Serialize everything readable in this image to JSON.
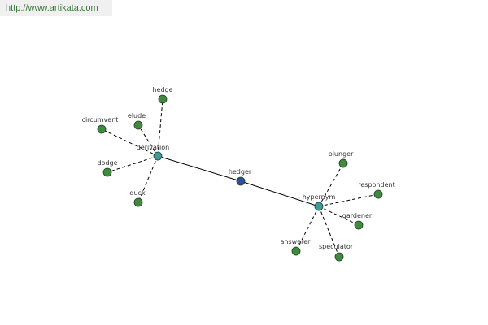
{
  "watermark": "http://www.artikata.com",
  "colors": {
    "center_node": "#2d4f9e",
    "hub_node": "#3f9a9a",
    "leaf_node": "#3f8a3f",
    "node_stroke": "#1f3f1f",
    "edge": "#000000"
  },
  "graph": {
    "nodes": [
      {
        "id": "hedger",
        "label": "hedger",
        "kind": "center"
      },
      {
        "id": "derivation",
        "label": "derivation",
        "kind": "hub"
      },
      {
        "id": "hypernym",
        "label": "hypernym",
        "kind": "hub"
      },
      {
        "id": "hedge",
        "label": "hedge",
        "kind": "leaf"
      },
      {
        "id": "elude",
        "label": "elude",
        "kind": "leaf"
      },
      {
        "id": "circumvent",
        "label": "circumvent",
        "kind": "leaf"
      },
      {
        "id": "dodge",
        "label": "dodge",
        "kind": "leaf"
      },
      {
        "id": "duck",
        "label": "duck",
        "kind": "leaf"
      },
      {
        "id": "plunger",
        "label": "plunger",
        "kind": "leaf"
      },
      {
        "id": "respondent",
        "label": "respondent",
        "kind": "leaf"
      },
      {
        "id": "gardener",
        "label": "gardener",
        "kind": "leaf"
      },
      {
        "id": "speculator",
        "label": "speculator",
        "kind": "leaf"
      },
      {
        "id": "answerer",
        "label": "answerer",
        "kind": "leaf"
      }
    ],
    "edges": [
      {
        "from": "hedger",
        "to": "derivation",
        "style": "solid"
      },
      {
        "from": "hedger",
        "to": "hypernym",
        "style": "solid"
      },
      {
        "from": "derivation",
        "to": "hedge",
        "style": "dashed"
      },
      {
        "from": "derivation",
        "to": "elude",
        "style": "dashed"
      },
      {
        "from": "derivation",
        "to": "circumvent",
        "style": "dashed"
      },
      {
        "from": "derivation",
        "to": "dodge",
        "style": "dashed"
      },
      {
        "from": "derivation",
        "to": "duck",
        "style": "dashed"
      },
      {
        "from": "hypernym",
        "to": "plunger",
        "style": "dashed"
      },
      {
        "from": "hypernym",
        "to": "respondent",
        "style": "dashed"
      },
      {
        "from": "hypernym",
        "to": "gardener",
        "style": "dashed"
      },
      {
        "from": "hypernym",
        "to": "speculator",
        "style": "dashed"
      },
      {
        "from": "hypernym",
        "to": "answerer",
        "style": "dashed"
      }
    ]
  }
}
